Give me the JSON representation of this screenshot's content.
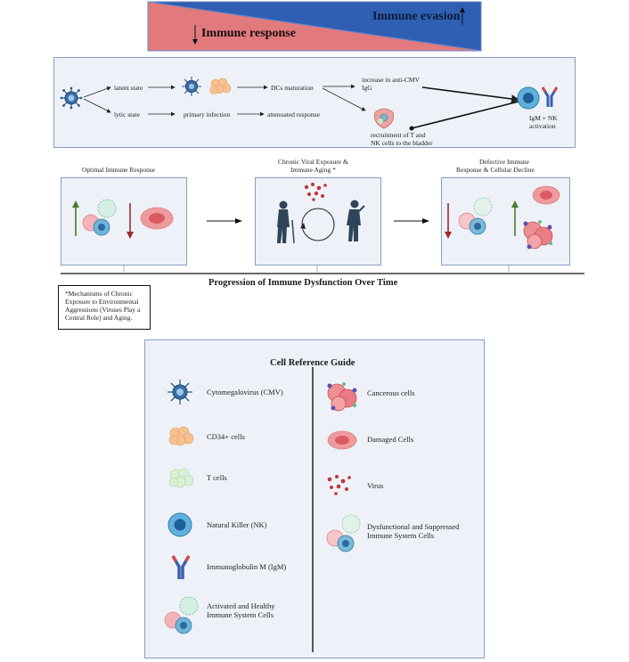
{
  "header": {
    "immune_evasion": "Immune evasion",
    "immune_response": "Immune response"
  },
  "pathway": {
    "latent_state": "latent state",
    "lytic_state": "lytic state",
    "primary_infection": "primary infection",
    "dcs_maturation": "DCs maturation",
    "attenuated_response": "attenuated response",
    "anti_cmv_line1": "increase in anti-CMV",
    "anti_cmv_line2": "IgG",
    "recruit_line1": "recruitment of T and",
    "recruit_line2": "NK cells to the bladder",
    "activation_line1": "IgM + NK",
    "activation_line2": "activation"
  },
  "stages": {
    "optimal": "Optimal Immune Response",
    "chronic_line1": "Chronic Viral Exposure &",
    "chronic_line2": "Immune Aging *",
    "defective_line1": "Defective Immune",
    "defective_line2": "Response & Cellular Decline"
  },
  "timeline_label": "Progression of Immune Dysfunction Over Time",
  "footnote": {
    "line1": "*Mechanisms of Chronic",
    "line2": "Exposure to Environmental",
    "line3": "Aggressions (Viruses Play a",
    "line4": "Central Role) and Aging."
  },
  "guide": {
    "title": "Cell Reference Guide",
    "cmv": "Cytomegalovirus (CMV)",
    "cd34": "CD34+ cells",
    "tcells": "T cells",
    "nk": "Natural Killer (NK)",
    "igm": "Immunoglobulin M (IgM)",
    "activated_line1": "Activated and Healthy",
    "activated_line2": "Immune System Cells",
    "cancerous": "Cancerous cells",
    "damaged": "Damaged Cells",
    "virus": "Virus",
    "dysfunctional_line1": "Dysfunctional and Suppressed",
    "dysfunctional_line2": "Immune System Cells"
  },
  "colors": {
    "response_red": "#e27a7d",
    "evasion_blue": "#2f5fb3",
    "panel_fill": "#eef2f8",
    "panel_border": "#8a9cc4"
  }
}
